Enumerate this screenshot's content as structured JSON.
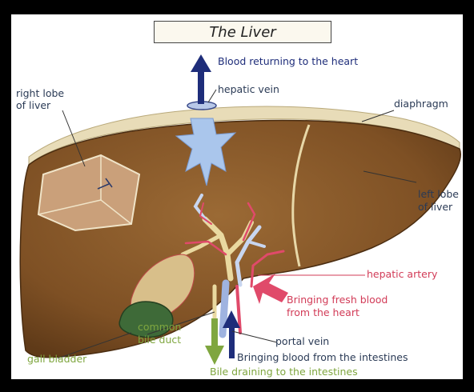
{
  "title": "The Liver",
  "labels": {
    "blood_returning": "Blood returning to the heart",
    "hepatic_vein": "hepatic vein",
    "right_lobe_line1": "right lobe",
    "right_lobe_line2": "of liver",
    "diaphragm": "diaphragm",
    "left_lobe_line1": "left lobe",
    "left_lobe_line2": "of liver",
    "hepatic_artery": "hepatic artery",
    "fresh_blood_line1": "Bringing fresh blood",
    "fresh_blood_line2": "from the heart",
    "common_bile_line1": "common",
    "common_bile_line2": "bile duct",
    "portal_vein": "portal vein",
    "blood_intestines": "Bringing blood from the intestines",
    "gall_bladder": "gall bladder",
    "bile_draining": "Bile draining to the intestines"
  },
  "colors": {
    "liver": "#8a5a2a",
    "red_label": "#d23b57",
    "green_label": "#7fa63f",
    "dark_label": "#2a3a55"
  }
}
